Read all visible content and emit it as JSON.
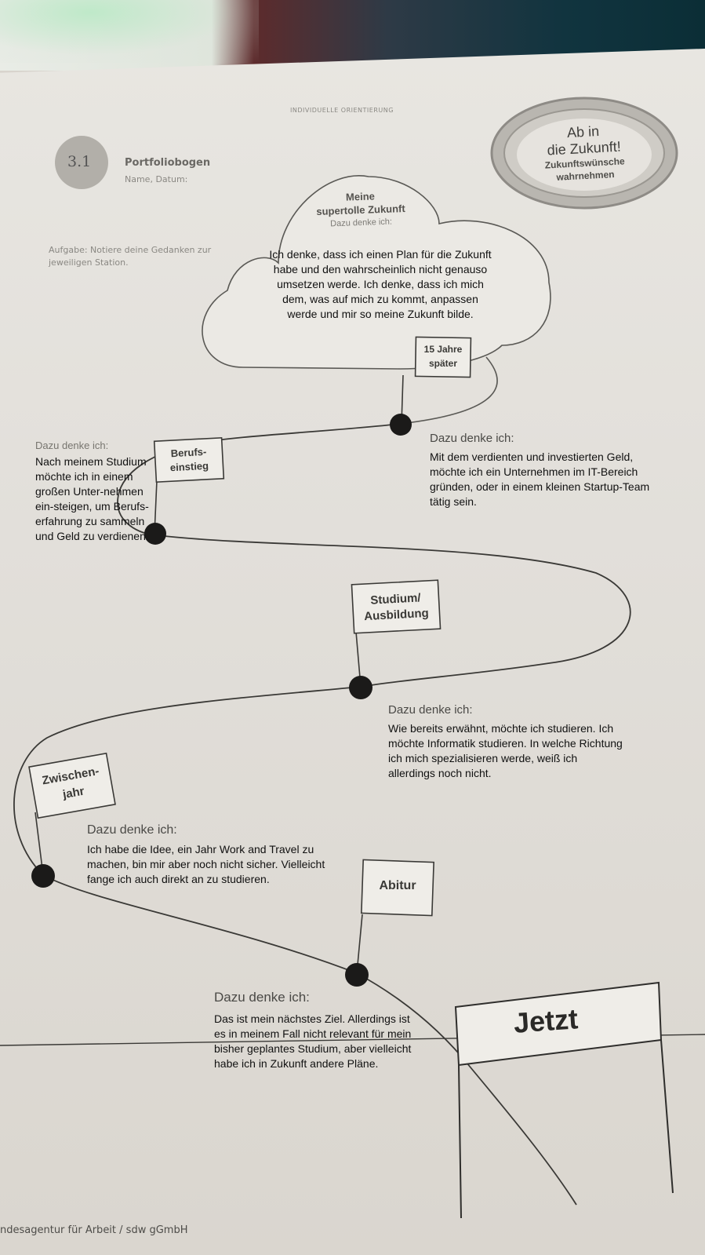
{
  "header": {
    "section_label": "INDIVIDUELLE ORIENTIERUNG",
    "number": "3.1",
    "title": "Portfoliobogen",
    "subtitle": "Name, Datum:",
    "task": "Aufgabe: Notiere deine Gedanken zur jeweiligen Station."
  },
  "badge": {
    "line1": "Ab in",
    "line2": "die Zukunft!",
    "line3": "Zukunftswünsche",
    "line4": "wahrnehmen"
  },
  "cloud": {
    "title_line1": "Meine",
    "title_line2": "supertolle Zukunft",
    "prompt": "Dazu denke ich:",
    "answer": "Ich denke, dass ich einen Plan für die Zukunft habe und den wahrscheinlich nicht genauso umsetzen werde. Ich denke, dass ich mich dem, was auf mich zu kommt, anpassen werde und mir so meine Zukunft bilde."
  },
  "stations": [
    {
      "flag_line1": "15 Jahre",
      "flag_line2": "später",
      "prompt": "Dazu denke ich:",
      "answer": "Mit dem verdienten und investierten Geld, möchte ich ein Unternehmen im IT-Bereich gründen, oder in einem kleinen Startup-Team tätig sein."
    },
    {
      "flag_line1": "Berufs-",
      "flag_line2": "einstieg",
      "prompt": "Dazu denke ich:",
      "answer": "Nach meinem Studium möchte ich in einem großen Unter-nehmen ein-steigen, um Berufs-erfahrung zu sammeln und Geld zu verdienen."
    },
    {
      "flag_line1": "Studium/",
      "flag_line2": "Ausbildung",
      "prompt": "Dazu denke ich:",
      "answer": "Wie bereits erwähnt, möchte ich studieren. Ich möchte Informatik studieren. In welche Richtung ich mich spezialisieren werde, weiß ich allerdings noch nicht."
    },
    {
      "flag_line1": "Zwischen-",
      "flag_line2": "jahr",
      "prompt": "Dazu denke ich:",
      "answer": "Ich habe die Idee, ein Jahr Work and Travel zu machen, bin mir aber noch nicht sicher. Vielleicht fange ich auch direkt an zu studieren."
    },
    {
      "flag_line1": "Abitur",
      "flag_line2": "",
      "prompt": "Dazu denke ich:",
      "answer": "Das ist mein nächstes Ziel. Allerdings ist es in meinem Fall nicht relevant für mein bisher geplantes Studium, aber vielleicht habe ich in Zukunft andere Pläne."
    }
  ],
  "start_sign": "Jetzt",
  "footer": "ndesagentur für Arbeit / sdw gGmbH"
}
